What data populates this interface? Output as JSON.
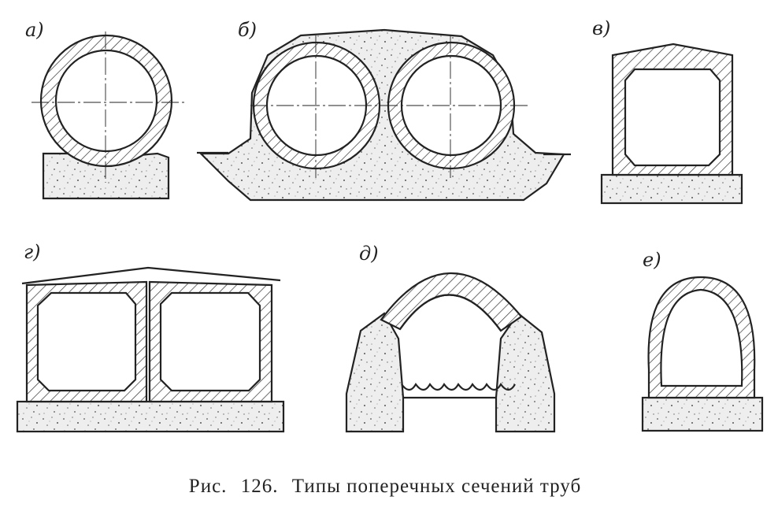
{
  "figure": {
    "labels": {
      "a": "а)",
      "b": "б)",
      "v": "в)",
      "g": "г)",
      "d": "д)",
      "e": "е)"
    },
    "caption": {
      "prefix": "Рис.",
      "number": "126.",
      "text": "Типы поперечных сечений труб"
    }
  }
}
